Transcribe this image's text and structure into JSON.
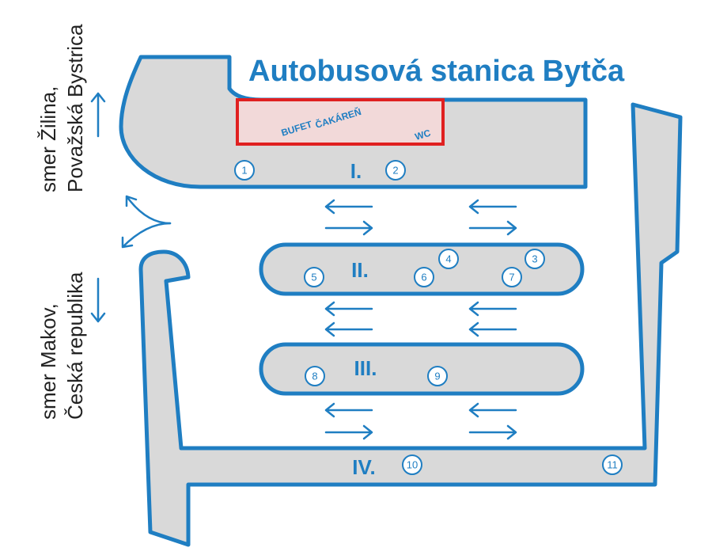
{
  "title": "Autobusová stanica Bytča",
  "directions": {
    "north": {
      "line1": "smer Žilina,",
      "line2": "Považská Bystrica"
    },
    "south": {
      "line1": "smer Makov,",
      "line2": "Česká republika"
    }
  },
  "building": {
    "bufet": "BUFET",
    "cakaren": "ČAKÁREŇ",
    "wc": "WC"
  },
  "platforms": {
    "p1": "I.",
    "p2": "II.",
    "p3": "III.",
    "p4": "IV."
  },
  "stops": [
    "1",
    "2",
    "3",
    "4",
    "5",
    "6",
    "7",
    "8",
    "9",
    "10",
    "11"
  ]
}
